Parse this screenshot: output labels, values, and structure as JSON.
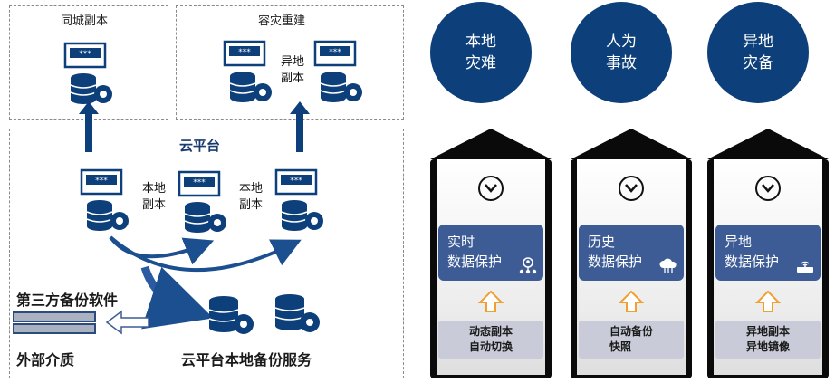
{
  "left": {
    "same_city": {
      "title": "同城副本"
    },
    "disaster": {
      "title": "容灾重建",
      "side_label_line1": "异地",
      "side_label_line2": "副本"
    },
    "cloud": {
      "title": "云平台",
      "local1_line1": "本地",
      "local1_line2": "副本",
      "local2_line1": "本地",
      "local2_line2": "副本"
    },
    "third_party": "第三方备份软件",
    "external_media": "外部介质",
    "cloud_local_backup": "云平台本地备份服务"
  },
  "columns": [
    {
      "circle_line1": "本地",
      "circle_line2": "灾难",
      "card_line1": "实时",
      "card_line2": "数据保护",
      "card_icon": "people-network-icon",
      "bottom_line1": "动态副本",
      "bottom_line2": "自动切换"
    },
    {
      "circle_line1": "人为",
      "circle_line2": "事故",
      "card_line1": "历史",
      "card_line2": "数据保护",
      "card_icon": "cloud-icon",
      "bottom_line1": "自动备份",
      "bottom_line2": "快照"
    },
    {
      "circle_line1": "异地",
      "circle_line2": "灾备",
      "card_line1": "异地",
      "card_line2": "数据保护",
      "card_icon": "router-icon",
      "bottom_line1": "异地副本",
      "bottom_line2": "异地镜像"
    }
  ],
  "colors": {
    "navy": "#0d3f7a",
    "card_blue": "#3d5b95",
    "grey_card": "#c9ccd8",
    "arrow_orange": "#f0a030"
  }
}
